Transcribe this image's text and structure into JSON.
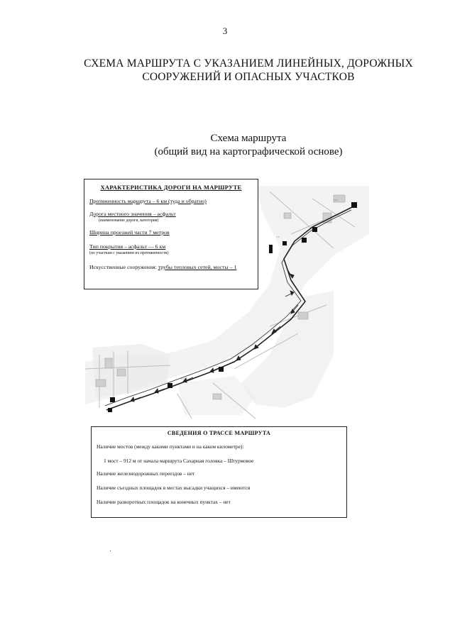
{
  "page_number": "3",
  "title_line1": "СХЕМА МАРШРУТА С УКАЗАНИЕМ ЛИНЕЙНЫХ, ДОРОЖНЫХ",
  "title_line2": "СООРУЖЕНИЙ И ОПАСНЫХ УЧАСТКОВ",
  "subtitle_line1": "Схема маршрута",
  "subtitle_line2": "(общий вид на картографической основе)",
  "road_box": {
    "heading": "ХАРАКТЕРИСТИКА ДОРОГИ НА МАРШРУТЕ",
    "length": "Протяженность маршрута – 6 км (туда и обратно)",
    "road_type": "Дорога местного значения – асфальт",
    "road_type_note": "(наименование дороги, категория)",
    "width": "Ширина проезжей части  7  метров",
    "surface": "Тип покрытия – асфальт — 6 км",
    "surface_note": "(по участкам с указанием их протяженности)",
    "structures_label": "Искусственные сооружения:",
    "structures_value": "трубы тепловых сетей, мосты – 1"
  },
  "route_box": {
    "heading": "СВЕДЕНИЯ О ТРАССЕ МАРШРУТА",
    "bridges": "Наличие мостов (между какими пунктами и на каком километре):",
    "bridge_detail": "1 мост – 912 м от начала маршрута  Сахарная головка – Штурмовое",
    "rail_crossings": "Наличие железнодорожных переездов – нет",
    "pullouts": "Наличие съездных площадок в местах высадки учащихся – имеются",
    "turnarounds": "Наличие разворотных площадок на конечных пунктах – нет"
  }
}
